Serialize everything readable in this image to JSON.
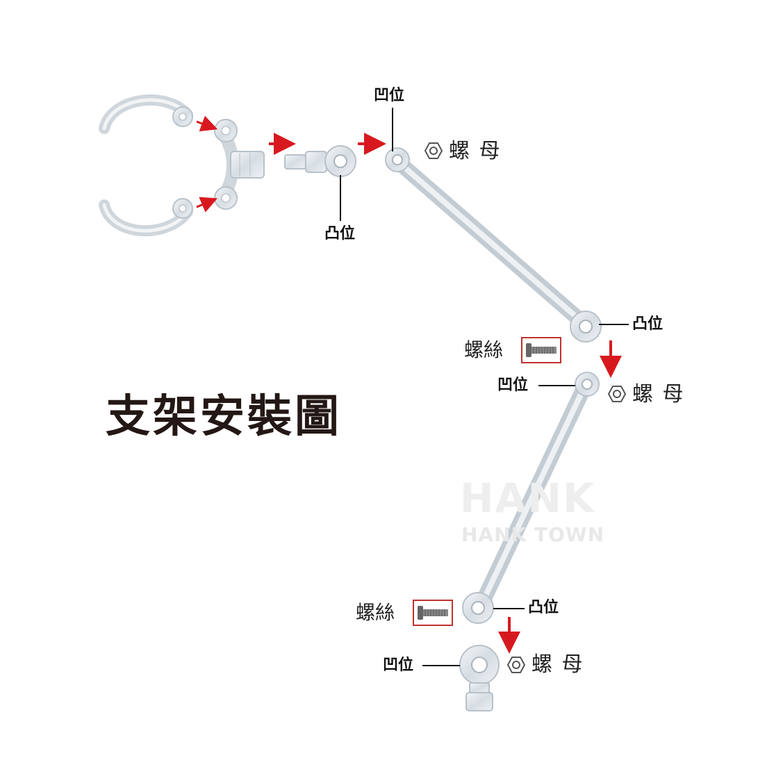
{
  "title": "支架安裝圖",
  "labels": {
    "concave": "凹位",
    "convex": "凸位",
    "nut": "螺 母",
    "screw": "螺絲"
  },
  "watermark": {
    "logo": "HANK",
    "text": "HANK TOWN"
  },
  "colors": {
    "arrow": "#d7191f",
    "text": "#231815",
    "part": "#c9d1d8",
    "screw_box": "#c0302e"
  },
  "icons": [
    "hex-nut-icon",
    "screw-icon",
    "arrow-right-icon",
    "arrow-down-icon"
  ]
}
